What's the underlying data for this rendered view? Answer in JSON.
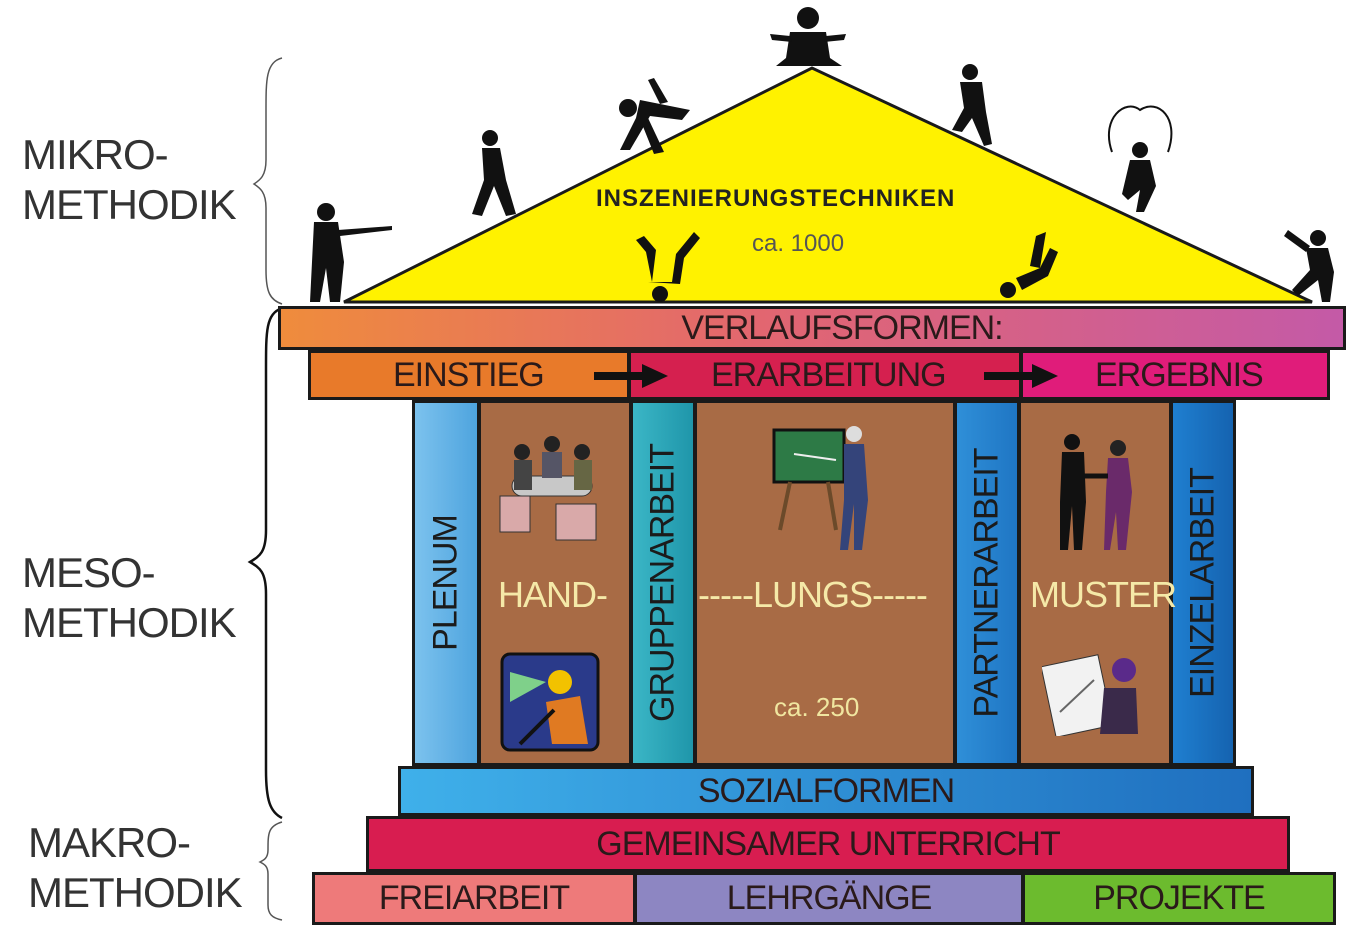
{
  "levels": {
    "mikro": [
      "MIKRO-",
      "METHODIK"
    ],
    "meso": [
      "MESO-",
      "METHODIK"
    ],
    "makro": [
      "MAKRO-",
      "METHODIK"
    ]
  },
  "roof": {
    "title": "INSZENIERUNGSTECHNIKEN",
    "count": "ca. 1000"
  },
  "verlaufsformen": "VERLAUFSFORMEN:",
  "phases": [
    "EINSTIEG",
    "ERARBEITUNG",
    "ERGEBNIS"
  ],
  "pillars": [
    "PLENUM",
    "GRUPPENARBEIT",
    "PARTNERARBEIT",
    "EINZELARBEIT"
  ],
  "handlung": {
    "part1": "HAND-",
    "part2": "-----LUNGS-----",
    "part3": "MUSTER",
    "count": "ca. 250"
  },
  "sozialformen": "SOZIALFORMEN",
  "gemeinsam": "GEMEINSAMER UNTERRICHT",
  "makro_forms": [
    "FREIARBEIT",
    "LEHRGÄNGE",
    "PROJEKTE"
  ],
  "colors": {
    "roof": "#fff200",
    "pillar_light": "#5aaee6",
    "pillar_teal": "#2aa6b8",
    "pillar_blue": "#1a73c4",
    "brown": "#a86b45",
    "einstieg": "#e87a2a",
    "erarbeitung": "#d5204f",
    "ergebnis": "#e01c7a",
    "gemeinsam": "#d81d50",
    "freiarbeit": "#ee7a7a",
    "lehrgaenge": "#8d86c2",
    "projekte": "#6cbb2e"
  }
}
